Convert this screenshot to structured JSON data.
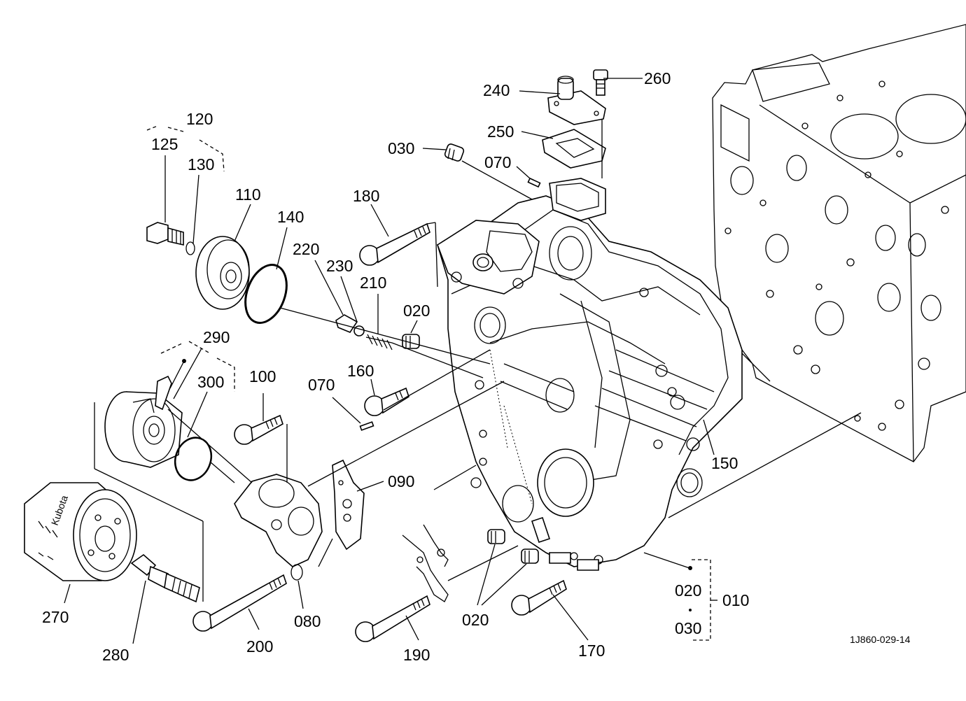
{
  "diagram": {
    "reference_code": "1J860-029-14",
    "filter_brand_text": "Kubota",
    "labels": {
      "p010": "010",
      "p020_a": "020",
      "p020_b": "020",
      "p020_c": "020",
      "p030_a": "030",
      "p030_b": "030",
      "p070_a": "070",
      "p070_b": "070",
      "p080": "080",
      "p090": "090",
      "p100": "100",
      "p110": "110",
      "p120": "120",
      "p125": "125",
      "p130": "130",
      "p140": "140",
      "p150": "150",
      "p160": "160",
      "p170": "170",
      "p180": "180",
      "p190": "190",
      "p200": "200",
      "p210": "210",
      "p220": "220",
      "p230": "230",
      "p240": "240",
      "p250": "250",
      "p260": "260",
      "p270": "270",
      "p280": "280",
      "p290": "290",
      "p300": "300"
    }
  }
}
